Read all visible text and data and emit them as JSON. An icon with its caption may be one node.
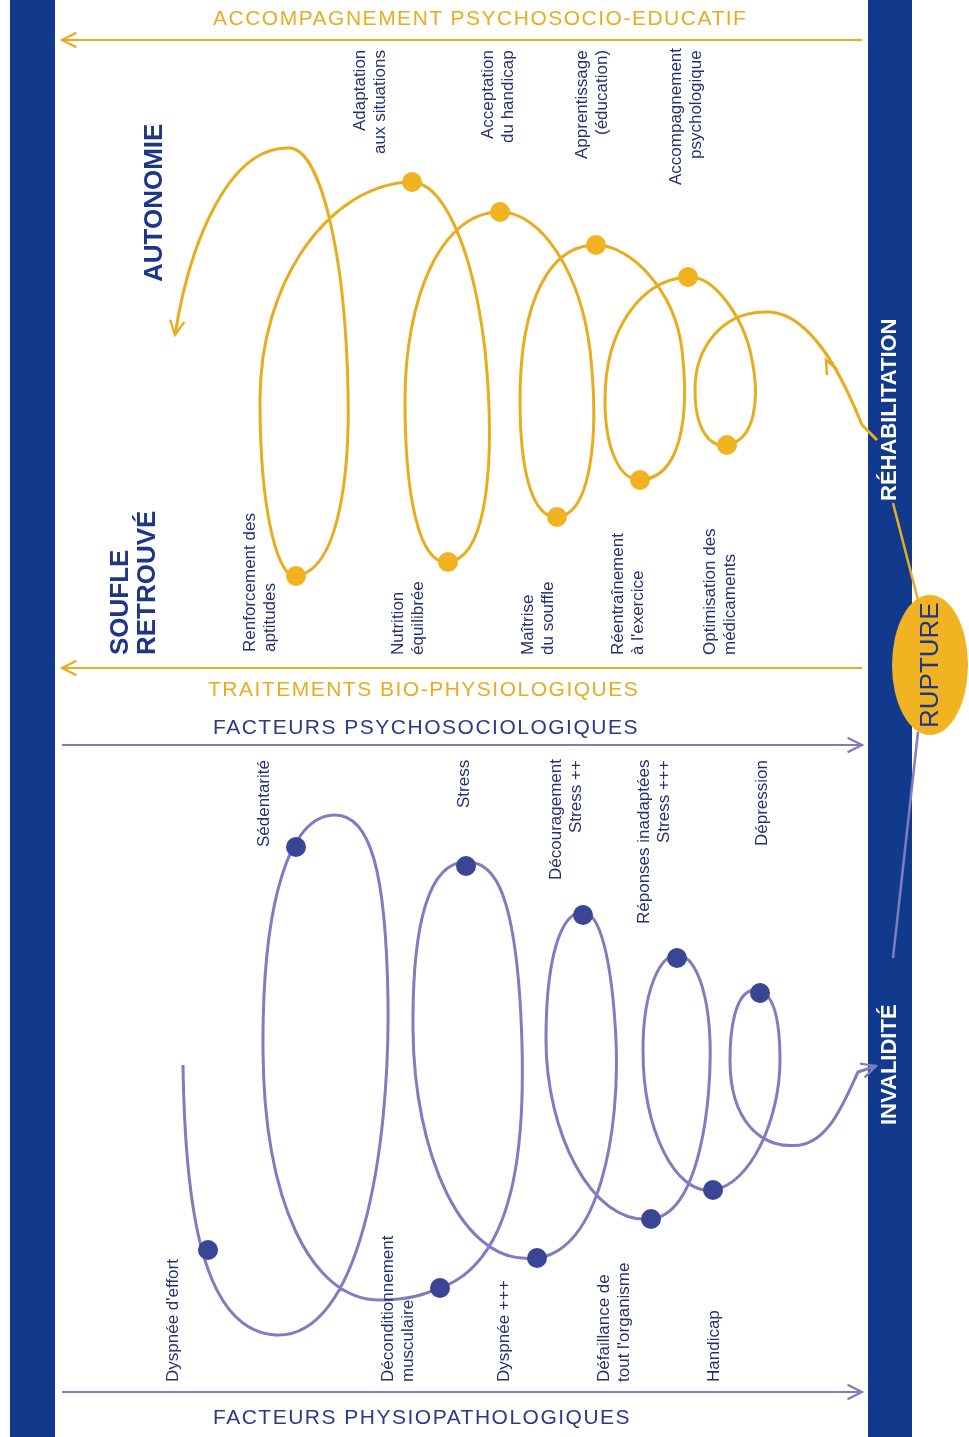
{
  "diagram": {
    "nodes": [
      {
        "text": [],
        "shape": "bar"
      },
      {
        "text": [],
        "shape": "bar"
      },
      {
        "text": [
          "INVALIDITÉ"
        ],
        "in": 1
      },
      {
        "text": [
          "RUPTURE"
        ]
      },
      {
        "text": [
          "RÉHABILITATION"
        ],
        "in": 1
      }
    ],
    "edges": [
      {
        "from": 2,
        "to": 3,
        "arrow": "none"
      },
      {
        "from": 3,
        "to": 4,
        "arrow": "none",
        "color": "#e8ad1f"
      },
      {
        "from": null,
        "to": 2,
        "arrow": "to"
      },
      {
        "from": 4,
        "to": null,
        "arrow": "to",
        "color": "#e8ad1f"
      },
      {
        "from": 1,
        "to": 0,
        "arrow": "to",
        "color": "#e8ad1f"
      },
      {
        "from": 1,
        "to": 0,
        "arrow": "to",
        "color": "#e8ad1f"
      },
      {
        "from": 0,
        "to": 1,
        "arrow": "to"
      },
      {
        "from": 0,
        "to": 1,
        "arrow": "to"
      }
    ],
    "labels": [
      "ACCOMPAGNEMENT PSYCHOSOCIO-EDUCATIF",
      "AUTONOMIE",
      "Adaptation aux situations",
      "Acceptation du handicap",
      "Apprentissage (éducation)",
      "Accompagnement psychologique",
      "SOUFLE RETROUVÉ",
      "Renforcement des aptitudes",
      "Nutrition équilibrée",
      "Maîtrise du souffle",
      "Réentraînement à l'exercice",
      "Optimisation des médicaments",
      "TRAITEMENTS BIO-PHYSIOLOGIQUES",
      "FACTEURS PSYCHOSOCIOLOGIQUES",
      "Sédentarité",
      "Stress",
      "Découragement Stress ++",
      "Réponses inadaptées Stress +++",
      "Dépression",
      "Dyspnée d'effort",
      "Déconditionnement musculaire",
      "Dyspnée +++",
      "Défaillance de tout l'organisme",
      "Handicap",
      "FACTEURS PHYSIOPATHOLOGIQUES"
    ]
  }
}
